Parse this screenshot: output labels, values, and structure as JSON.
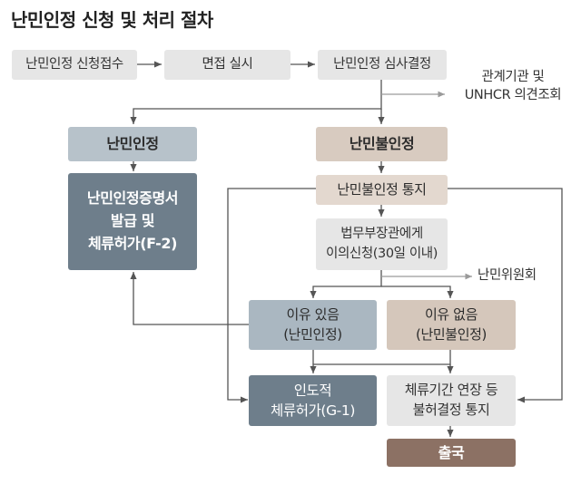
{
  "title": "난민인정 신청 및 처리 절차",
  "nodes": {
    "application": "난민인정 신청접수",
    "interview": "면접 실시",
    "review": "난민인정 심사결정",
    "recognized": "난민인정",
    "not_recognized": "난민불인정",
    "certificate": "난민인정증명서\n발급 및\n체류허가(F-2)",
    "notice": "난민불인정 통지",
    "appeal": "법무부장관에게\n이의신청(30일 이내)",
    "reason_yes": "이유 있음\n(난민인정)",
    "reason_no": "이유 없음\n(난민불인정)",
    "humanitarian": "인도적\n체류허가(G-1)",
    "extension": "체류기간 연장 등\n불허결정 통지",
    "departure": "출국"
  },
  "side_labels": {
    "consult": "관계기관 및\nUNHCR 의견조회",
    "committee": "난민위원회"
  }
}
